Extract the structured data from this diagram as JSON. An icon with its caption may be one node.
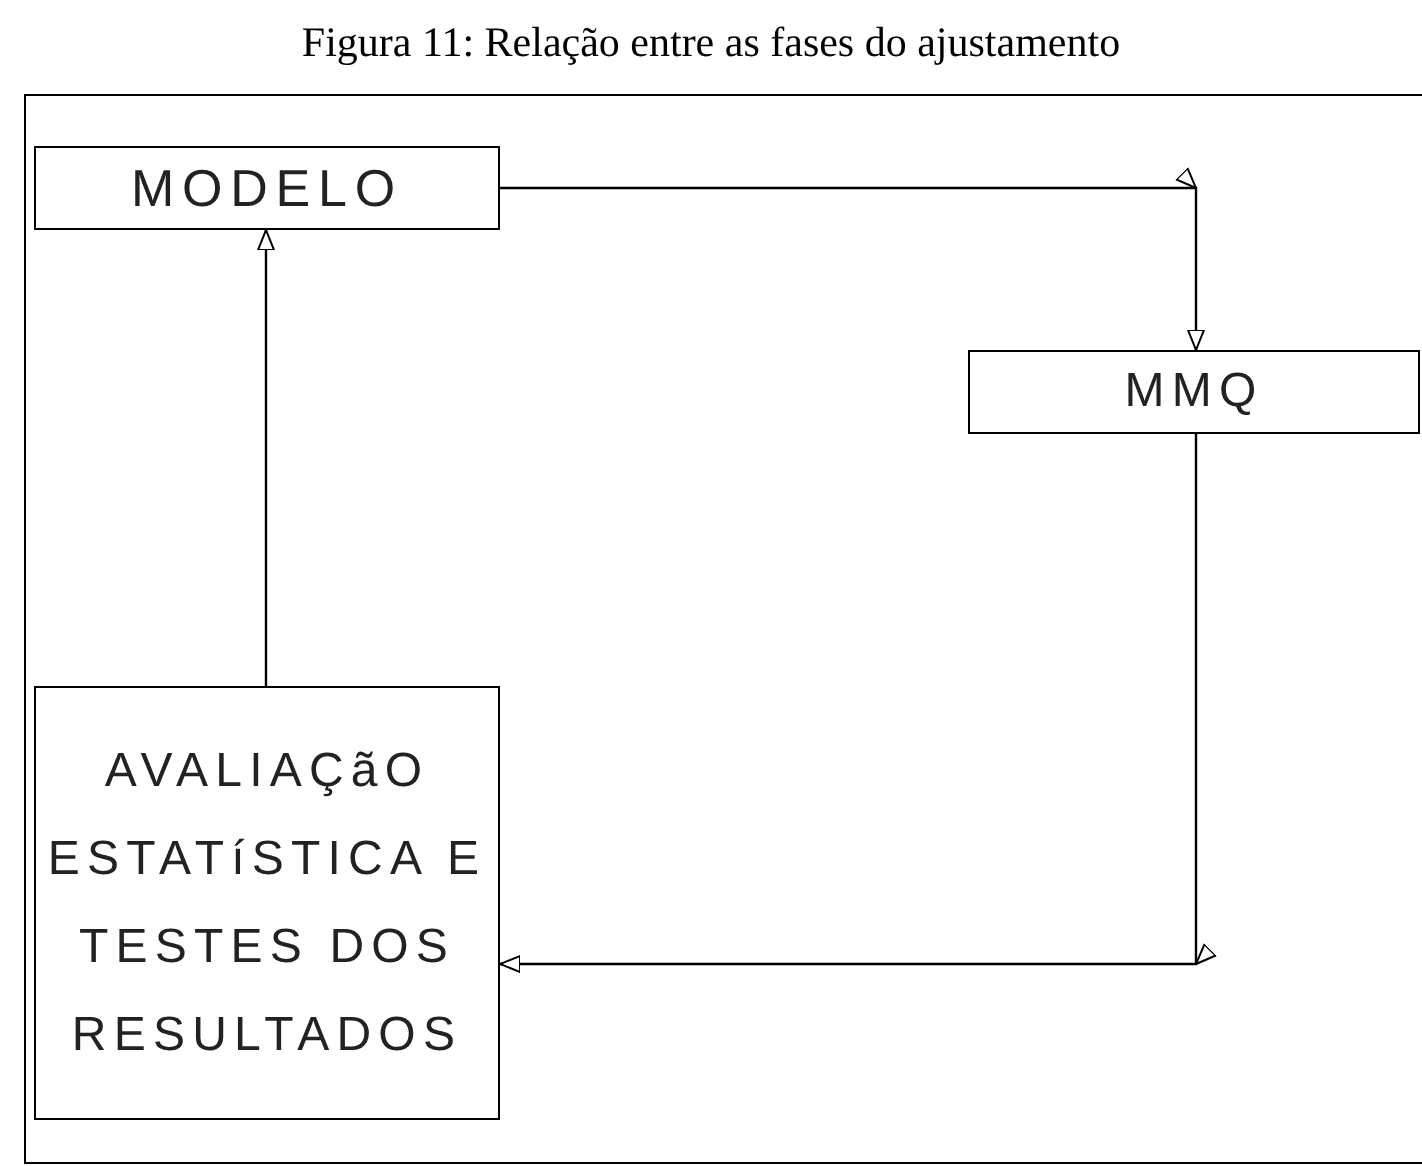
{
  "diagram": {
    "title": "Figura 11: Relação entre as fases do ajustamento",
    "nodes": [
      {
        "text": [
          "MODELO"
        ]
      },
      {
        "text": [
          "MMQ"
        ]
      },
      {
        "text": [
          "AVALIAÇãO ESTATíSTICA E TESTES DOS RESULTADOS"
        ]
      }
    ],
    "edges": [
      {
        "from": 0,
        "to": 1,
        "arrow": "to"
      },
      {
        "from": 1,
        "to": 2,
        "arrow": "to"
      },
      {
        "from": 2,
        "to": 0,
        "arrow": "to"
      }
    ]
  }
}
